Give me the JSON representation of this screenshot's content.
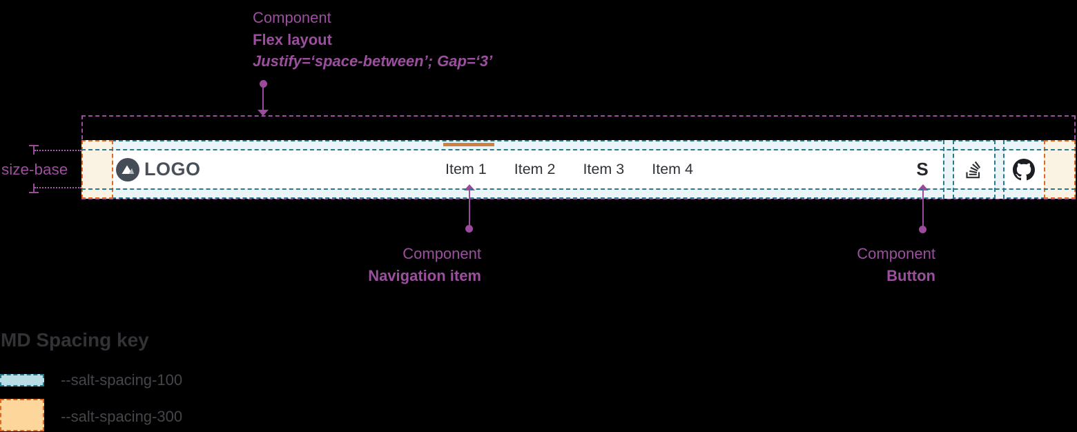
{
  "flex_annotation": {
    "eyebrow": "Component",
    "title": "Flex layout",
    "subtitle": "Justify=‘space-between’; Gap=‘3’"
  },
  "nav_item_annotation": {
    "eyebrow": "Component",
    "title": "Navigation item"
  },
  "button_annotation": {
    "eyebrow": "Component",
    "title": "Button"
  },
  "size_measure": {
    "label": "size-base"
  },
  "navbar": {
    "logo": "LOGO",
    "items": [
      "Item 1",
      "Item 2",
      "Item 3",
      "Item 4"
    ],
    "active_item": "Item 1",
    "s_button_label": "S",
    "icon_buttons": [
      "stackoverflow-icon",
      "github-icon"
    ]
  },
  "spacing_key": {
    "title": "MD Spacing key",
    "rows": [
      {
        "token": "--salt-spacing-100"
      },
      {
        "token": "--salt-spacing-300"
      }
    ]
  },
  "colors": {
    "annotation_purple": "#9c4f9e",
    "spacing_100_border": "#26798c",
    "spacing_100_fill": "#ebf4f6",
    "spacing_100_key_fill": "#b9dde4",
    "spacing_300_border": "#e5671d",
    "spacing_300_fill": "#faf3e3",
    "spacing_300_key_fill": "#fcd69b",
    "active_indicator": "#cf7f3e",
    "navbar_background": "#ffffff",
    "logo_color": "#495059"
  }
}
